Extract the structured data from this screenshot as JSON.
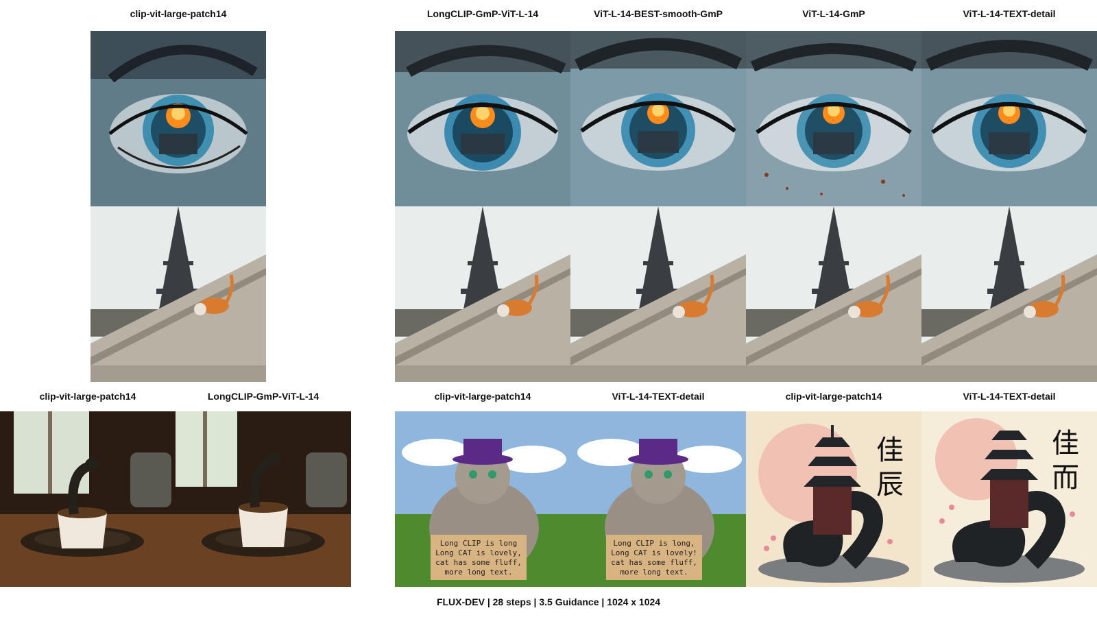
{
  "top_labels": {
    "col1": "clip-vit-large-patch14",
    "col2": "LongCLIP-GmP-ViT-L-14",
    "col3": "ViT-L-14-BEST-smooth-GmP",
    "col4": "ViT-L-14-GmP",
    "col5": "ViT-L-14-TEXT-detail"
  },
  "bottom_labels": {
    "snake_coffee_a": "clip-vit-large-patch14",
    "snake_coffee_b": "LongCLIP-GmP-ViT-L-14",
    "cat_sign_a": "clip-vit-large-patch14",
    "cat_sign_b": "ViT-L-14-TEXT-detail",
    "pagoda_a": "clip-vit-large-patch14",
    "pagoda_b": "ViT-L-14-TEXT-detail"
  },
  "sign_text": {
    "a": [
      "Long CLIP is long",
      "Long CAT is lovely,",
      "cat has some fluff,",
      "more long text."
    ],
    "b": [
      "Long CLIP is long,",
      "Long CAT is lovely!",
      "cat has some fluff,",
      "more long text."
    ]
  },
  "calligraphy": {
    "a": [
      "佳",
      "辰"
    ],
    "b": [
      "佳",
      "而"
    ]
  },
  "footer": "FLUX-DEV | 28 steps | 3.5 Guidance | 1024 x 1024"
}
